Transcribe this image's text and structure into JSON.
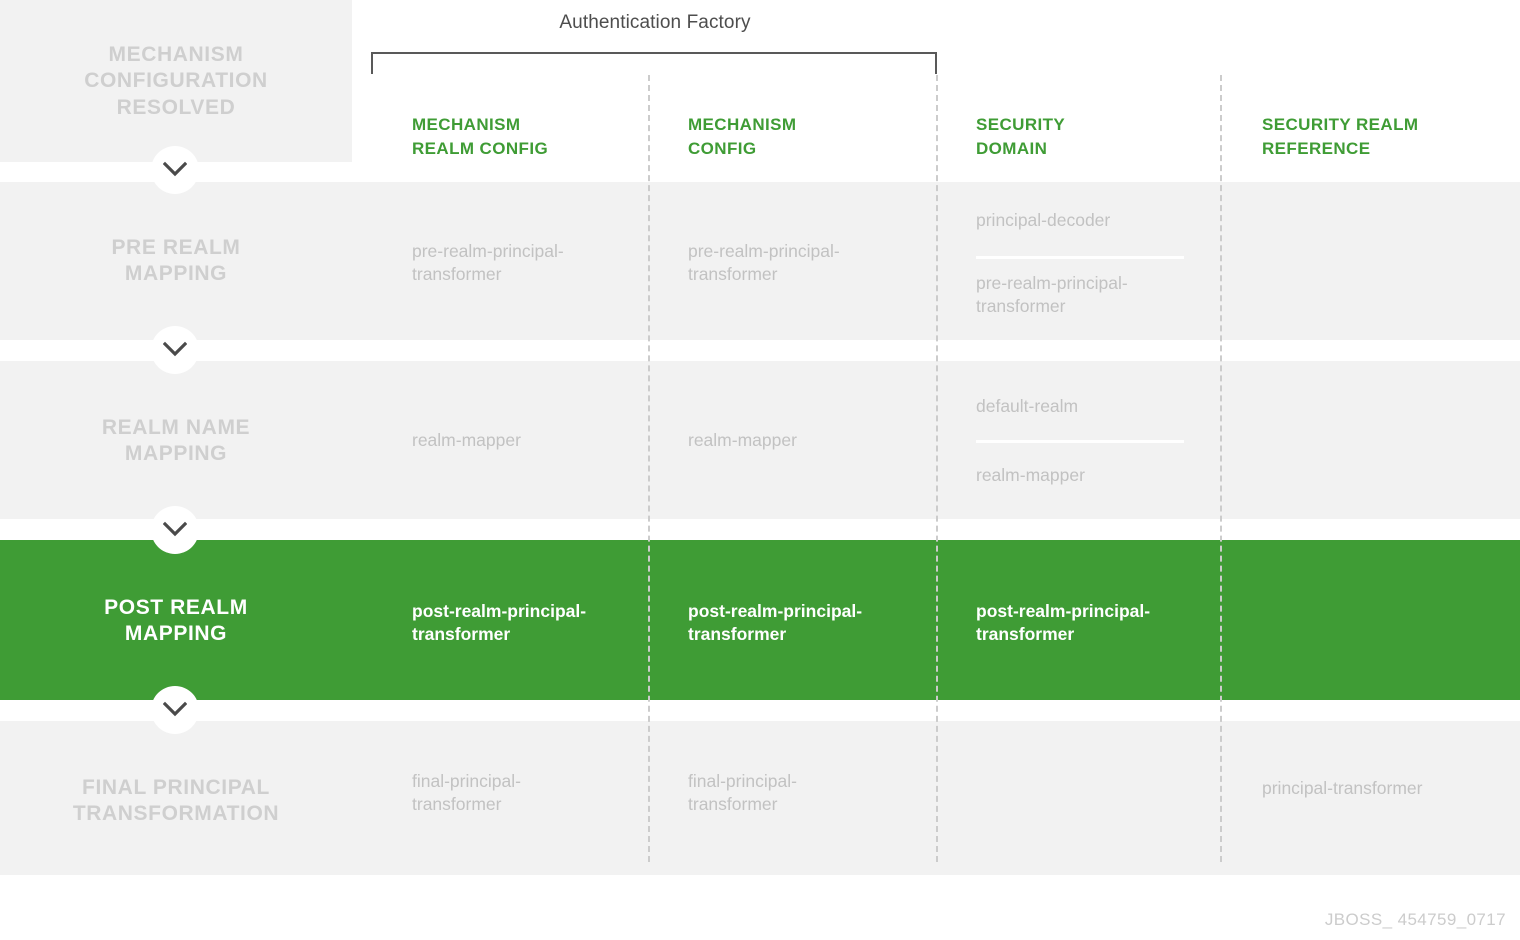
{
  "bracket": {
    "label": "Authentication Factory"
  },
  "columns": [
    {
      "key": "mechanism_realm_config",
      "label": "MECHANISM\nREALM CONFIG"
    },
    {
      "key": "mechanism_config",
      "label": "MECHANISM\nCONFIG"
    },
    {
      "key": "security_domain",
      "label": "SECURITY\nDOMAIN"
    },
    {
      "key": "security_realm_reference",
      "label": "SECURITY REALM\nREFERENCE"
    }
  ],
  "column_labels": {
    "c1_line1": "MECHANISM",
    "c1_line2": "REALM CONFIG",
    "c2_line1": "MECHANISM",
    "c2_line2": "CONFIG",
    "c3_line1": "SECURITY",
    "c3_line2": "DOMAIN",
    "c4_line1": "SECURITY REALM",
    "c4_line2": "REFERENCE"
  },
  "rows": [
    {
      "id": "mechanism-configuration-resolved",
      "stage_line1": "MECHANISM",
      "stage_line2": "CONFIGURATION",
      "stage_line3": "RESOLVED",
      "highlighted": false,
      "cells": {
        "c1": "",
        "c2": "",
        "c3": "",
        "c3b": "",
        "c4": ""
      }
    },
    {
      "id": "pre-realm-mapping",
      "stage_line1": "PRE REALM",
      "stage_line2": "MAPPING",
      "highlighted": false,
      "cells": {
        "c1": "pre-realm-principal-transformer",
        "c2": "pre-realm-principal-transformer",
        "c3": "principal-decoder",
        "c3b": "pre-realm-principal-transformer",
        "c4": ""
      }
    },
    {
      "id": "realm-name-mapping",
      "stage_line1": "REALM NAME",
      "stage_line2": "MAPPING",
      "highlighted": false,
      "cells": {
        "c1": "realm-mapper",
        "c2": "realm-mapper",
        "c3": "default-realm",
        "c3b": "realm-mapper",
        "c4": ""
      }
    },
    {
      "id": "post-realm-mapping",
      "stage_line1": "POST REALM",
      "stage_line2": "MAPPING",
      "highlighted": true,
      "cells": {
        "c1": "post-realm-principal-transformer",
        "c2": "post-realm-principal-transformer",
        "c3": "post-realm-principal-transformer",
        "c3b": "",
        "c4": ""
      }
    },
    {
      "id": "final-principal-transformation",
      "stage_line1": "FINAL PRINCIPAL",
      "stage_line2": "TRANSFORMATION",
      "highlighted": false,
      "cells": {
        "c1": "final-principal-transformer",
        "c2": "final-principal-transformer",
        "c3": "",
        "c3b": "",
        "c4": "principal-transformer"
      }
    }
  ],
  "stage_labels": {
    "r1_l1": "MECHANISM",
    "r1_l2": "CONFIGURATION",
    "r1_l3": "RESOLVED",
    "r2_l1": "PRE REALM",
    "r2_l2": "MAPPING",
    "r3_l1": "REALM NAME",
    "r3_l2": "MAPPING",
    "r4_l1": "POST REALM",
    "r4_l2": "MAPPING",
    "r5_l1": "FINAL PRINCIPAL",
    "r5_l2": "TRANSFORMATION"
  },
  "cell_text": {
    "r2c1_l1": "pre-realm-principal-",
    "r2c1_l2": "transformer",
    "r2c2_l1": "pre-realm-principal-",
    "r2c2_l2": "transformer",
    "r2c3a": "principal-decoder",
    "r2c3b_l1": "pre-realm-principal-",
    "r2c3b_l2": "transformer",
    "r3c1": "realm-mapper",
    "r3c2": "realm-mapper",
    "r3c3a": "default-realm",
    "r3c3b": "realm-mapper",
    "r4c1_l1": "post-realm-principal-",
    "r4c1_l2": "transformer",
    "r4c2_l1": "post-realm-principal-",
    "r4c2_l2": "transformer",
    "r4c3_l1": "post-realm-principal-",
    "r4c3_l2": "transformer",
    "r5c1_l1": "final-principal-",
    "r5c1_l2": "transformer",
    "r5c2_l1": "final-principal-",
    "r5c2_l2": "transformer",
    "r5c4": "principal-transformer"
  },
  "connectors": [
    {
      "id": "chevron-1",
      "icon": "chevron-down-icon"
    },
    {
      "id": "chevron-2",
      "icon": "chevron-down-icon"
    },
    {
      "id": "chevron-3",
      "icon": "chevron-down-icon"
    },
    {
      "id": "chevron-4",
      "icon": "chevron-down-icon"
    }
  ],
  "footer": {
    "text": "JBOSS_ 454759_0717"
  },
  "colors": {
    "accent_green": "#3f9c35",
    "row_background": "#f2f2f2",
    "muted_text": "#c2c2c2",
    "stage_text": "#cfcfcf",
    "bracket_line": "#595959",
    "divider_dashed": "#cccccc"
  }
}
